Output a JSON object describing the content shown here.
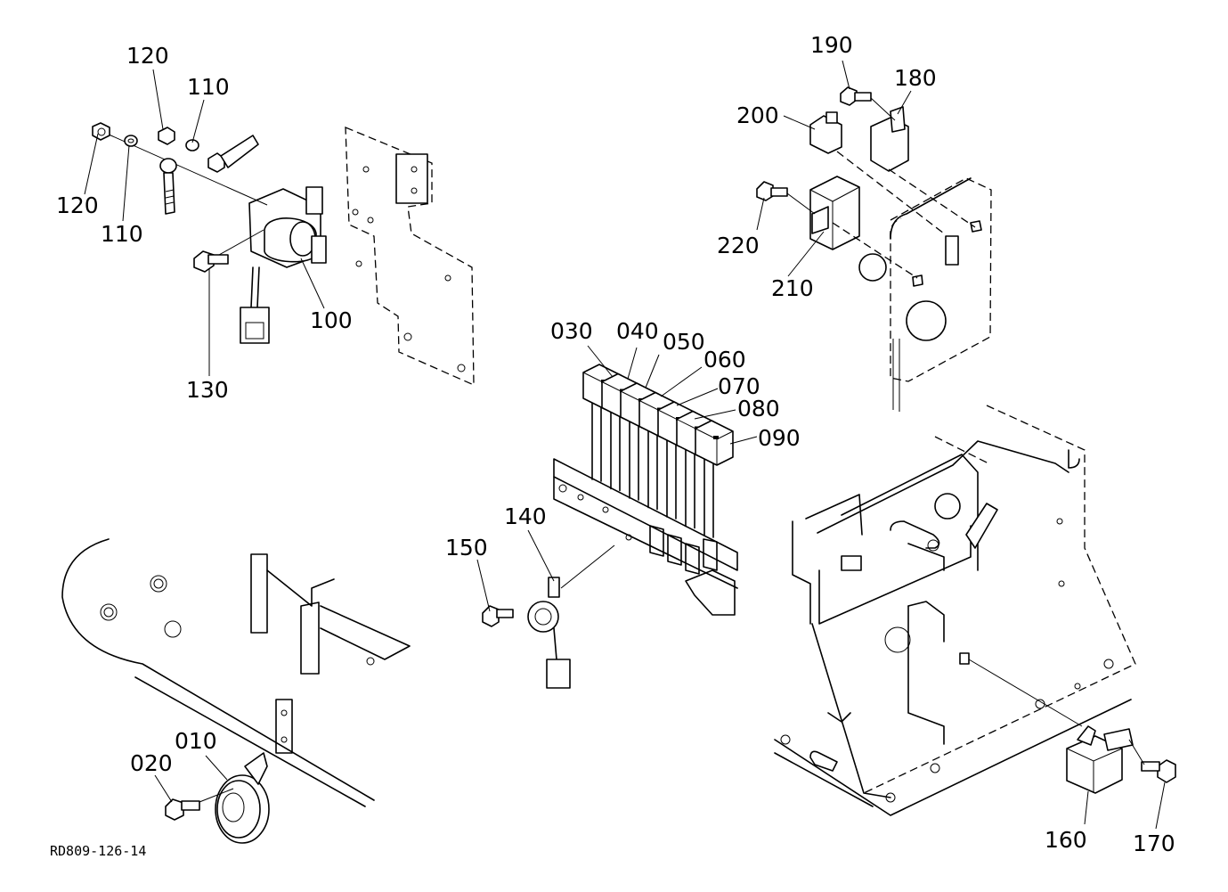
{
  "parts": [
    {
      "key": "p120a",
      "number": "120"
    },
    {
      "key": "p110a",
      "number": "110"
    },
    {
      "key": "p120b",
      "number": "120"
    },
    {
      "key": "p110b",
      "number": "110"
    },
    {
      "key": "p100",
      "number": "100"
    },
    {
      "key": "p130",
      "number": "130"
    },
    {
      "key": "p190",
      "number": "190"
    },
    {
      "key": "p180",
      "number": "180"
    },
    {
      "key": "p200",
      "number": "200"
    },
    {
      "key": "p220",
      "number": "220"
    },
    {
      "key": "p210",
      "number": "210"
    },
    {
      "key": "p030",
      "number": "030"
    },
    {
      "key": "p040",
      "number": "040"
    },
    {
      "key": "p050",
      "number": "050"
    },
    {
      "key": "p060",
      "number": "060"
    },
    {
      "key": "p070",
      "number": "070"
    },
    {
      "key": "p080",
      "number": "080"
    },
    {
      "key": "p090",
      "number": "090"
    },
    {
      "key": "p140",
      "number": "140"
    },
    {
      "key": "p150",
      "number": "150"
    },
    {
      "key": "p010",
      "number": "010"
    },
    {
      "key": "p020",
      "number": "020"
    },
    {
      "key": "p160",
      "number": "160"
    },
    {
      "key": "p170",
      "number": "170"
    }
  ],
  "drawing_code": "RD809-126-14"
}
